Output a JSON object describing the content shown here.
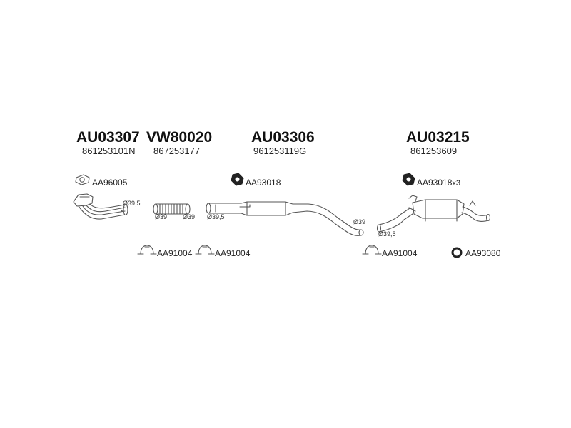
{
  "assemblies": [
    {
      "code": "AU03307",
      "oe_number": "861253101N"
    },
    {
      "code": "VW80020",
      "oe_number": "867253177"
    },
    {
      "code": "AU03306",
      "oe_number": "961253119G"
    },
    {
      "code": "AU03215",
      "oe_number": "861253609"
    }
  ],
  "fittings": {
    "gasket_1": "AA96005",
    "hanger_mid": "AA93018",
    "hanger_rear": "AA93018",
    "hanger_rear_qty": "x3",
    "clamp_1": "AA91004",
    "clamp_2": "AA91004",
    "clamp_3": "AA91004",
    "ring_rear": "AA93080"
  },
  "dimensions": {
    "front_pipe_outlet": "Ø39,5",
    "flex_left": "Ø39",
    "flex_right": "Ø39",
    "mid_inlet": "Ø39,5",
    "mid_outlet": "Ø39",
    "rear_inlet": "Ø39,5"
  }
}
